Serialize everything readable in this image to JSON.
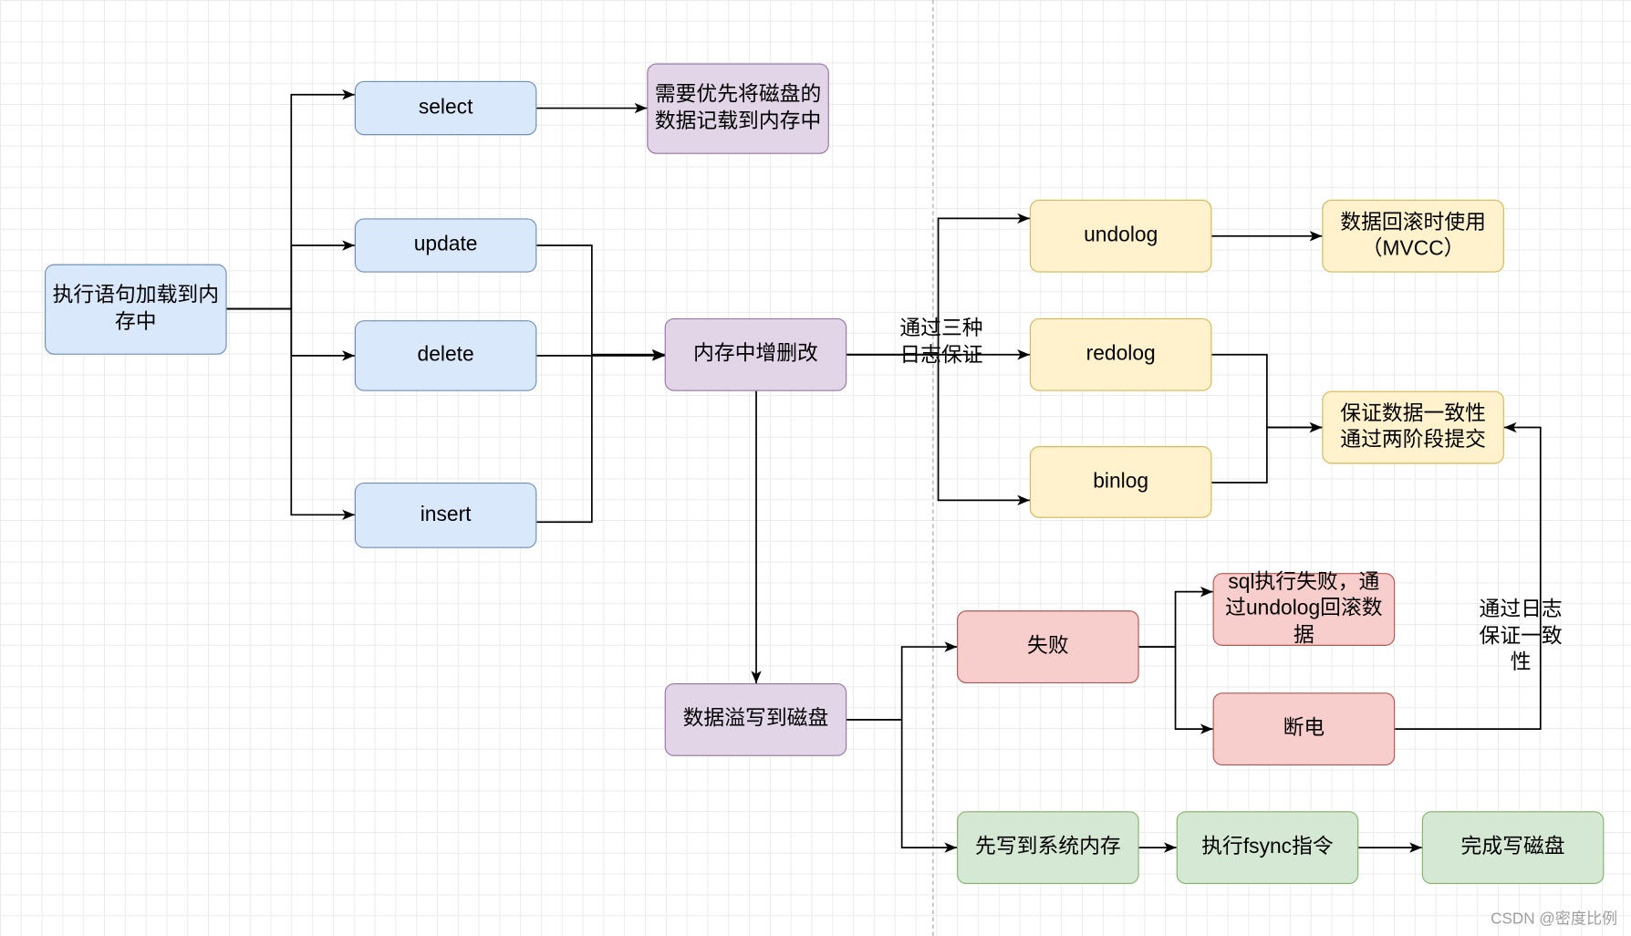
{
  "canvas": {
    "background": "#ffffff",
    "grid_color": "#ebebeb",
    "divider_color": "#b3b3b3",
    "edge_color": "#000000",
    "text_color": "#000000"
  },
  "nodes": {
    "exec_statement": {
      "label": "执行语句加载到内\n存中",
      "fill": "#dae8fc",
      "stroke": "#6c8ebf"
    },
    "select": {
      "label": "select",
      "fill": "#dae8fc",
      "stroke": "#6c8ebf"
    },
    "update": {
      "label": "update",
      "fill": "#dae8fc",
      "stroke": "#6c8ebf"
    },
    "delete": {
      "label": "delete",
      "fill": "#dae8fc",
      "stroke": "#6c8ebf"
    },
    "insert": {
      "label": "insert",
      "fill": "#dae8fc",
      "stroke": "#6c8ebf"
    },
    "load_disk_to_memory": {
      "label": "需要优先将磁盘的\n数据记载到内存中",
      "fill": "#e1d5e7",
      "stroke": "#9673a6"
    },
    "memory_crud": {
      "label": "内存中增删改",
      "fill": "#e1d5e7",
      "stroke": "#9673a6"
    },
    "spill_to_disk": {
      "label": "数据溢写到磁盘",
      "fill": "#e1d5e7",
      "stroke": "#9673a6"
    },
    "undolog": {
      "label": "undolog",
      "fill": "#fff2cc",
      "stroke": "#d6b656"
    },
    "redolog": {
      "label": "redolog",
      "fill": "#fff2cc",
      "stroke": "#d6b656"
    },
    "binlog": {
      "label": "binlog",
      "fill": "#fff2cc",
      "stroke": "#d6b656"
    },
    "rollback_mvcc": {
      "label": "数据回滚时使用\n（MVCC）",
      "fill": "#fff2cc",
      "stroke": "#d6b656"
    },
    "consistency_2pc": {
      "label": "保证数据一致性\n通过两阶段提交",
      "fill": "#fff2cc",
      "stroke": "#d6b656"
    },
    "failure": {
      "label": "失败",
      "fill": "#f8cecc",
      "stroke": "#b85450"
    },
    "sql_fail_undo": {
      "label": "sql执行失败，通\n过undolog回滚数\n据",
      "fill": "#f8cecc",
      "stroke": "#b85450"
    },
    "power_loss": {
      "label": "断电",
      "fill": "#f8cecc",
      "stroke": "#b85450"
    },
    "write_system_memory": {
      "label": "先写到系统内存",
      "fill": "#d5e8d4",
      "stroke": "#82b366"
    },
    "exec_fsync": {
      "label": "执行fsync指令",
      "fill": "#d5e8d4",
      "stroke": "#82b366"
    },
    "disk_write_done": {
      "label": "完成写磁盘",
      "fill": "#d5e8d4",
      "stroke": "#82b366"
    }
  },
  "edge_labels": {
    "via_three_logs": "通过三种\n日志保证",
    "log_consistency": "通过日志\n保证一致\n性"
  },
  "watermark": {
    "text": "CSDN @密度比例",
    "color": "#9e9e9e"
  }
}
